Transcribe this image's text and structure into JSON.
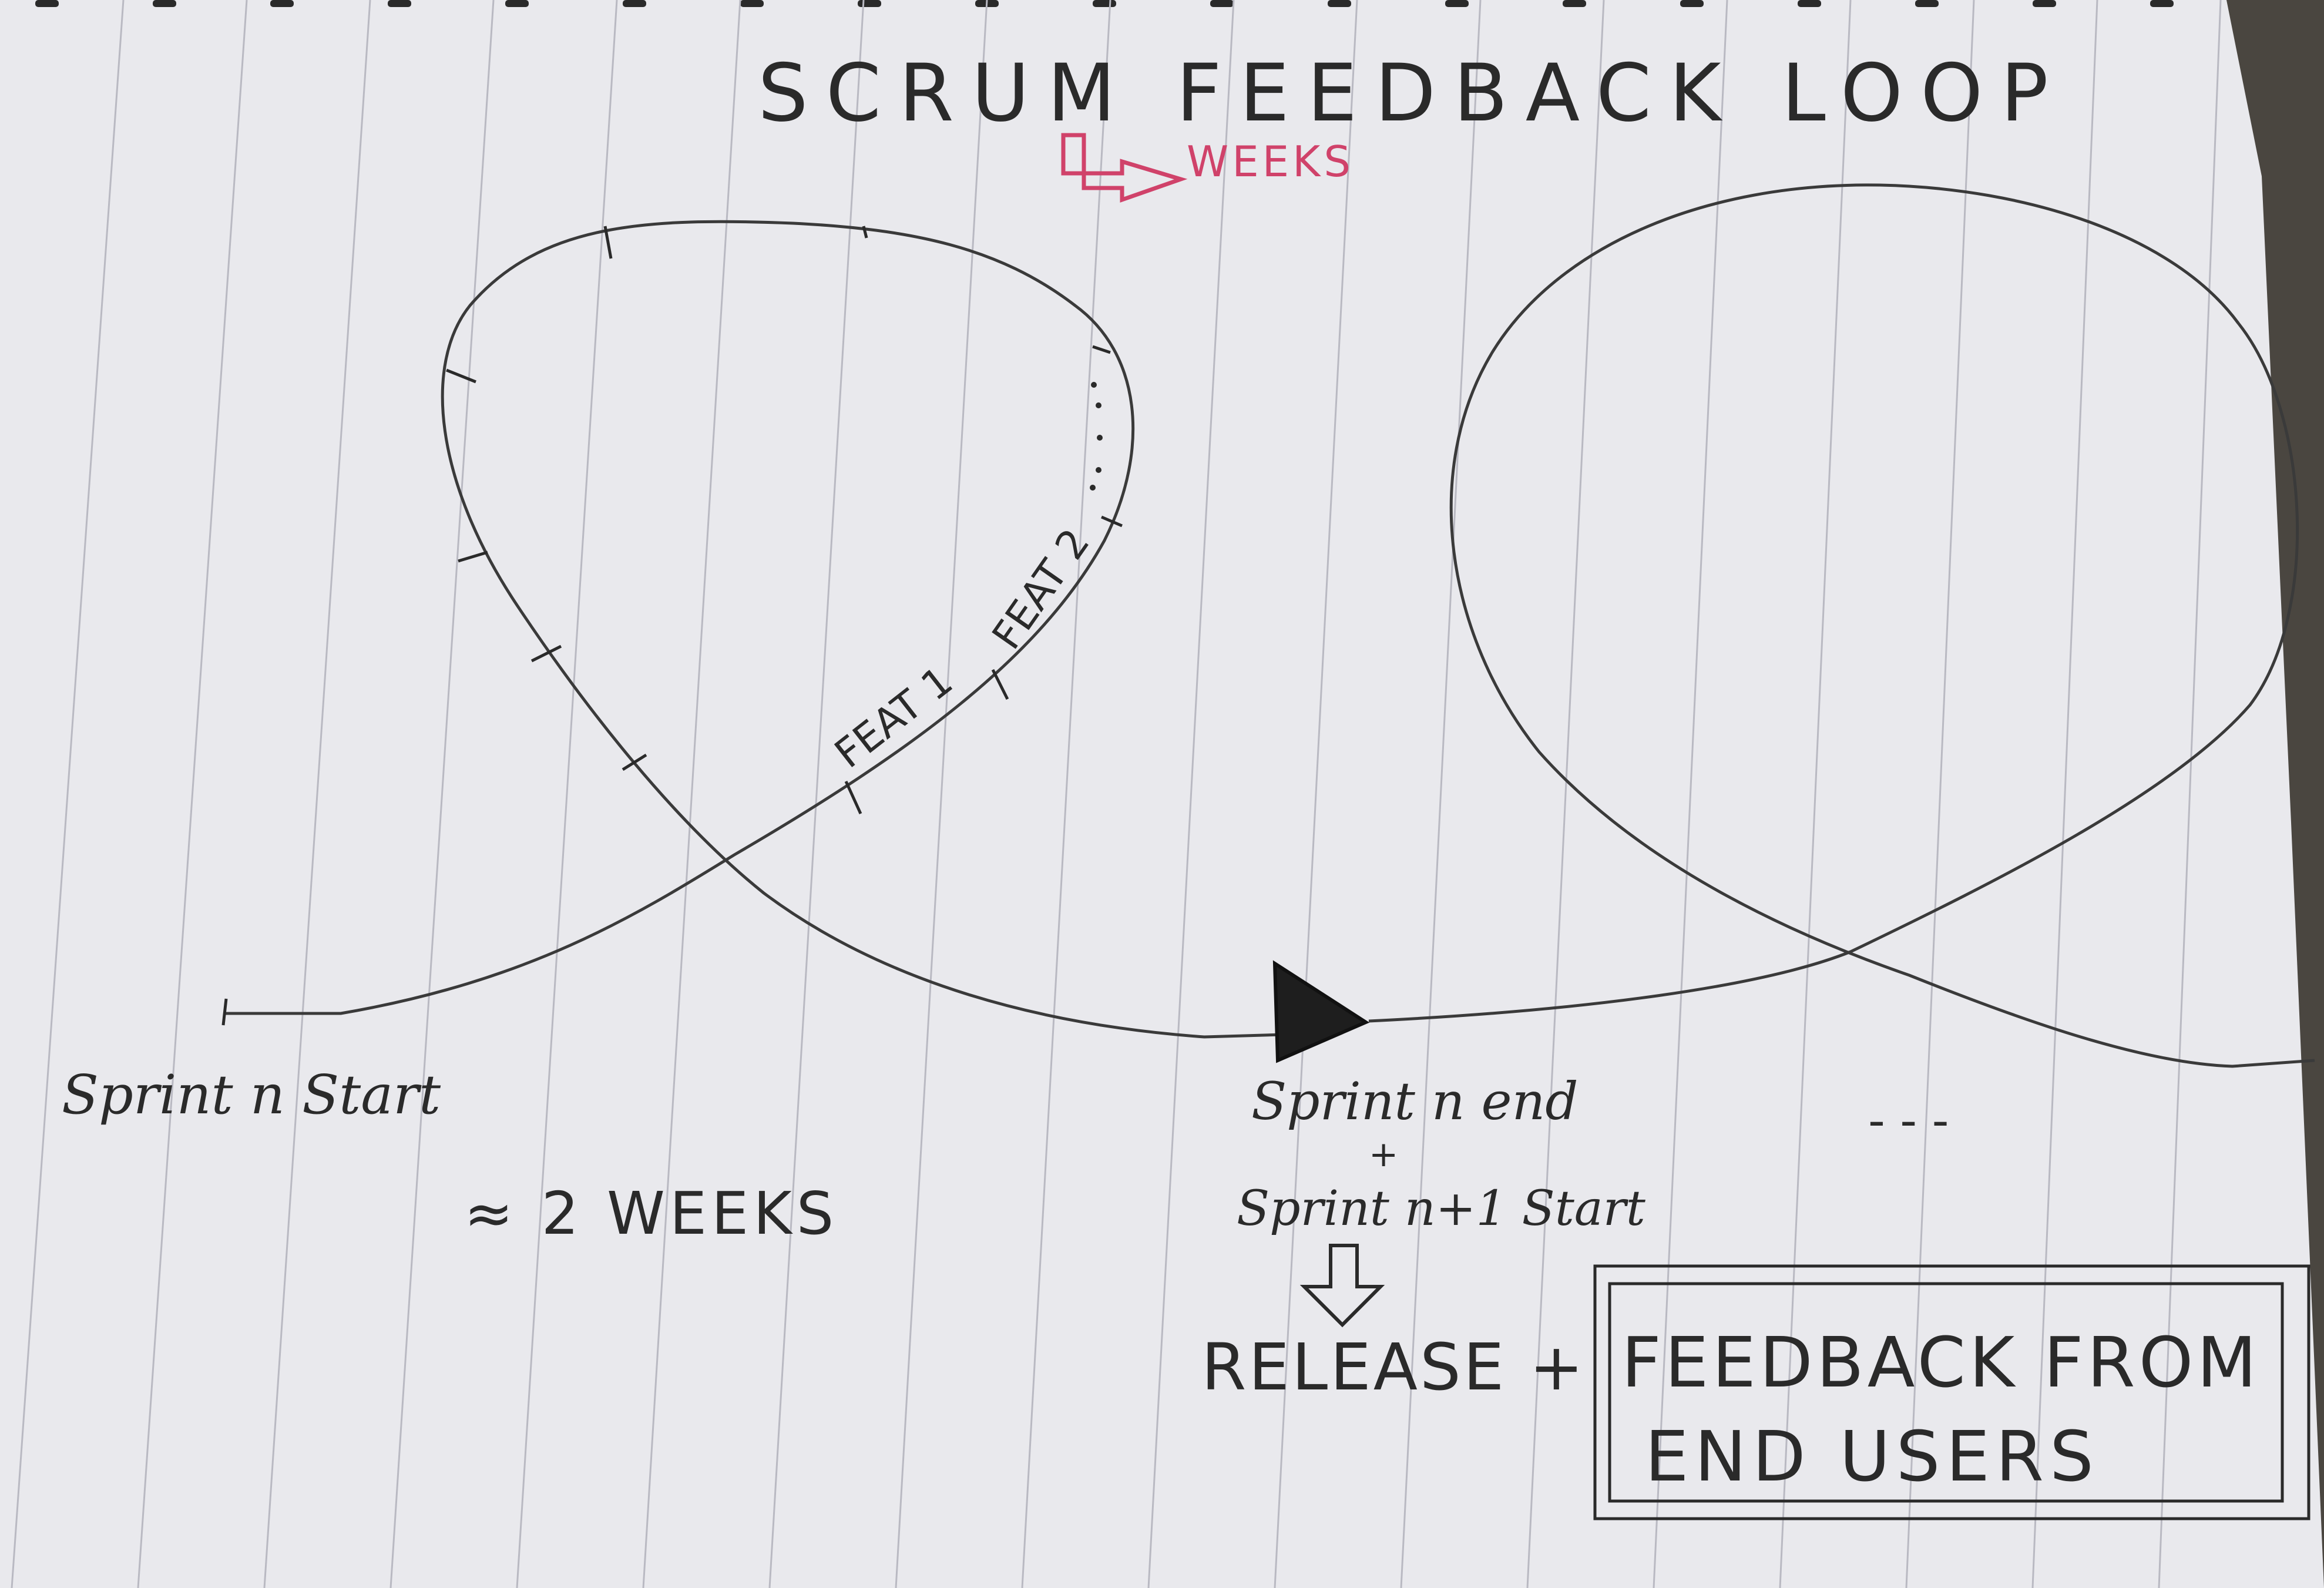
{
  "title": "SCRUM FEEDBACK LOOP",
  "title_annotation": "WEEKS",
  "loop_labels": {
    "feature_1": "FEAT 1",
    "feature_2": "FEAT 2"
  },
  "sprint_start_label": "Sprint n Start",
  "duration_label": "≈ 2 WEEKS",
  "sprint_end_label": "Sprint n end",
  "plus_sign": "+",
  "next_sprint_label": "Sprint n+1 Start",
  "continuation": "- - -",
  "release_label": "RELEASE +",
  "feedback_box": {
    "line1": "FEEDBACK FROM",
    "line2": "END USERS"
  },
  "colors": {
    "paper": "#e9e9ed",
    "rule_line": "#b9b9c2",
    "pencil": "#2a2a2a",
    "red_ink": "#d0426a",
    "table": "#4a4640"
  }
}
